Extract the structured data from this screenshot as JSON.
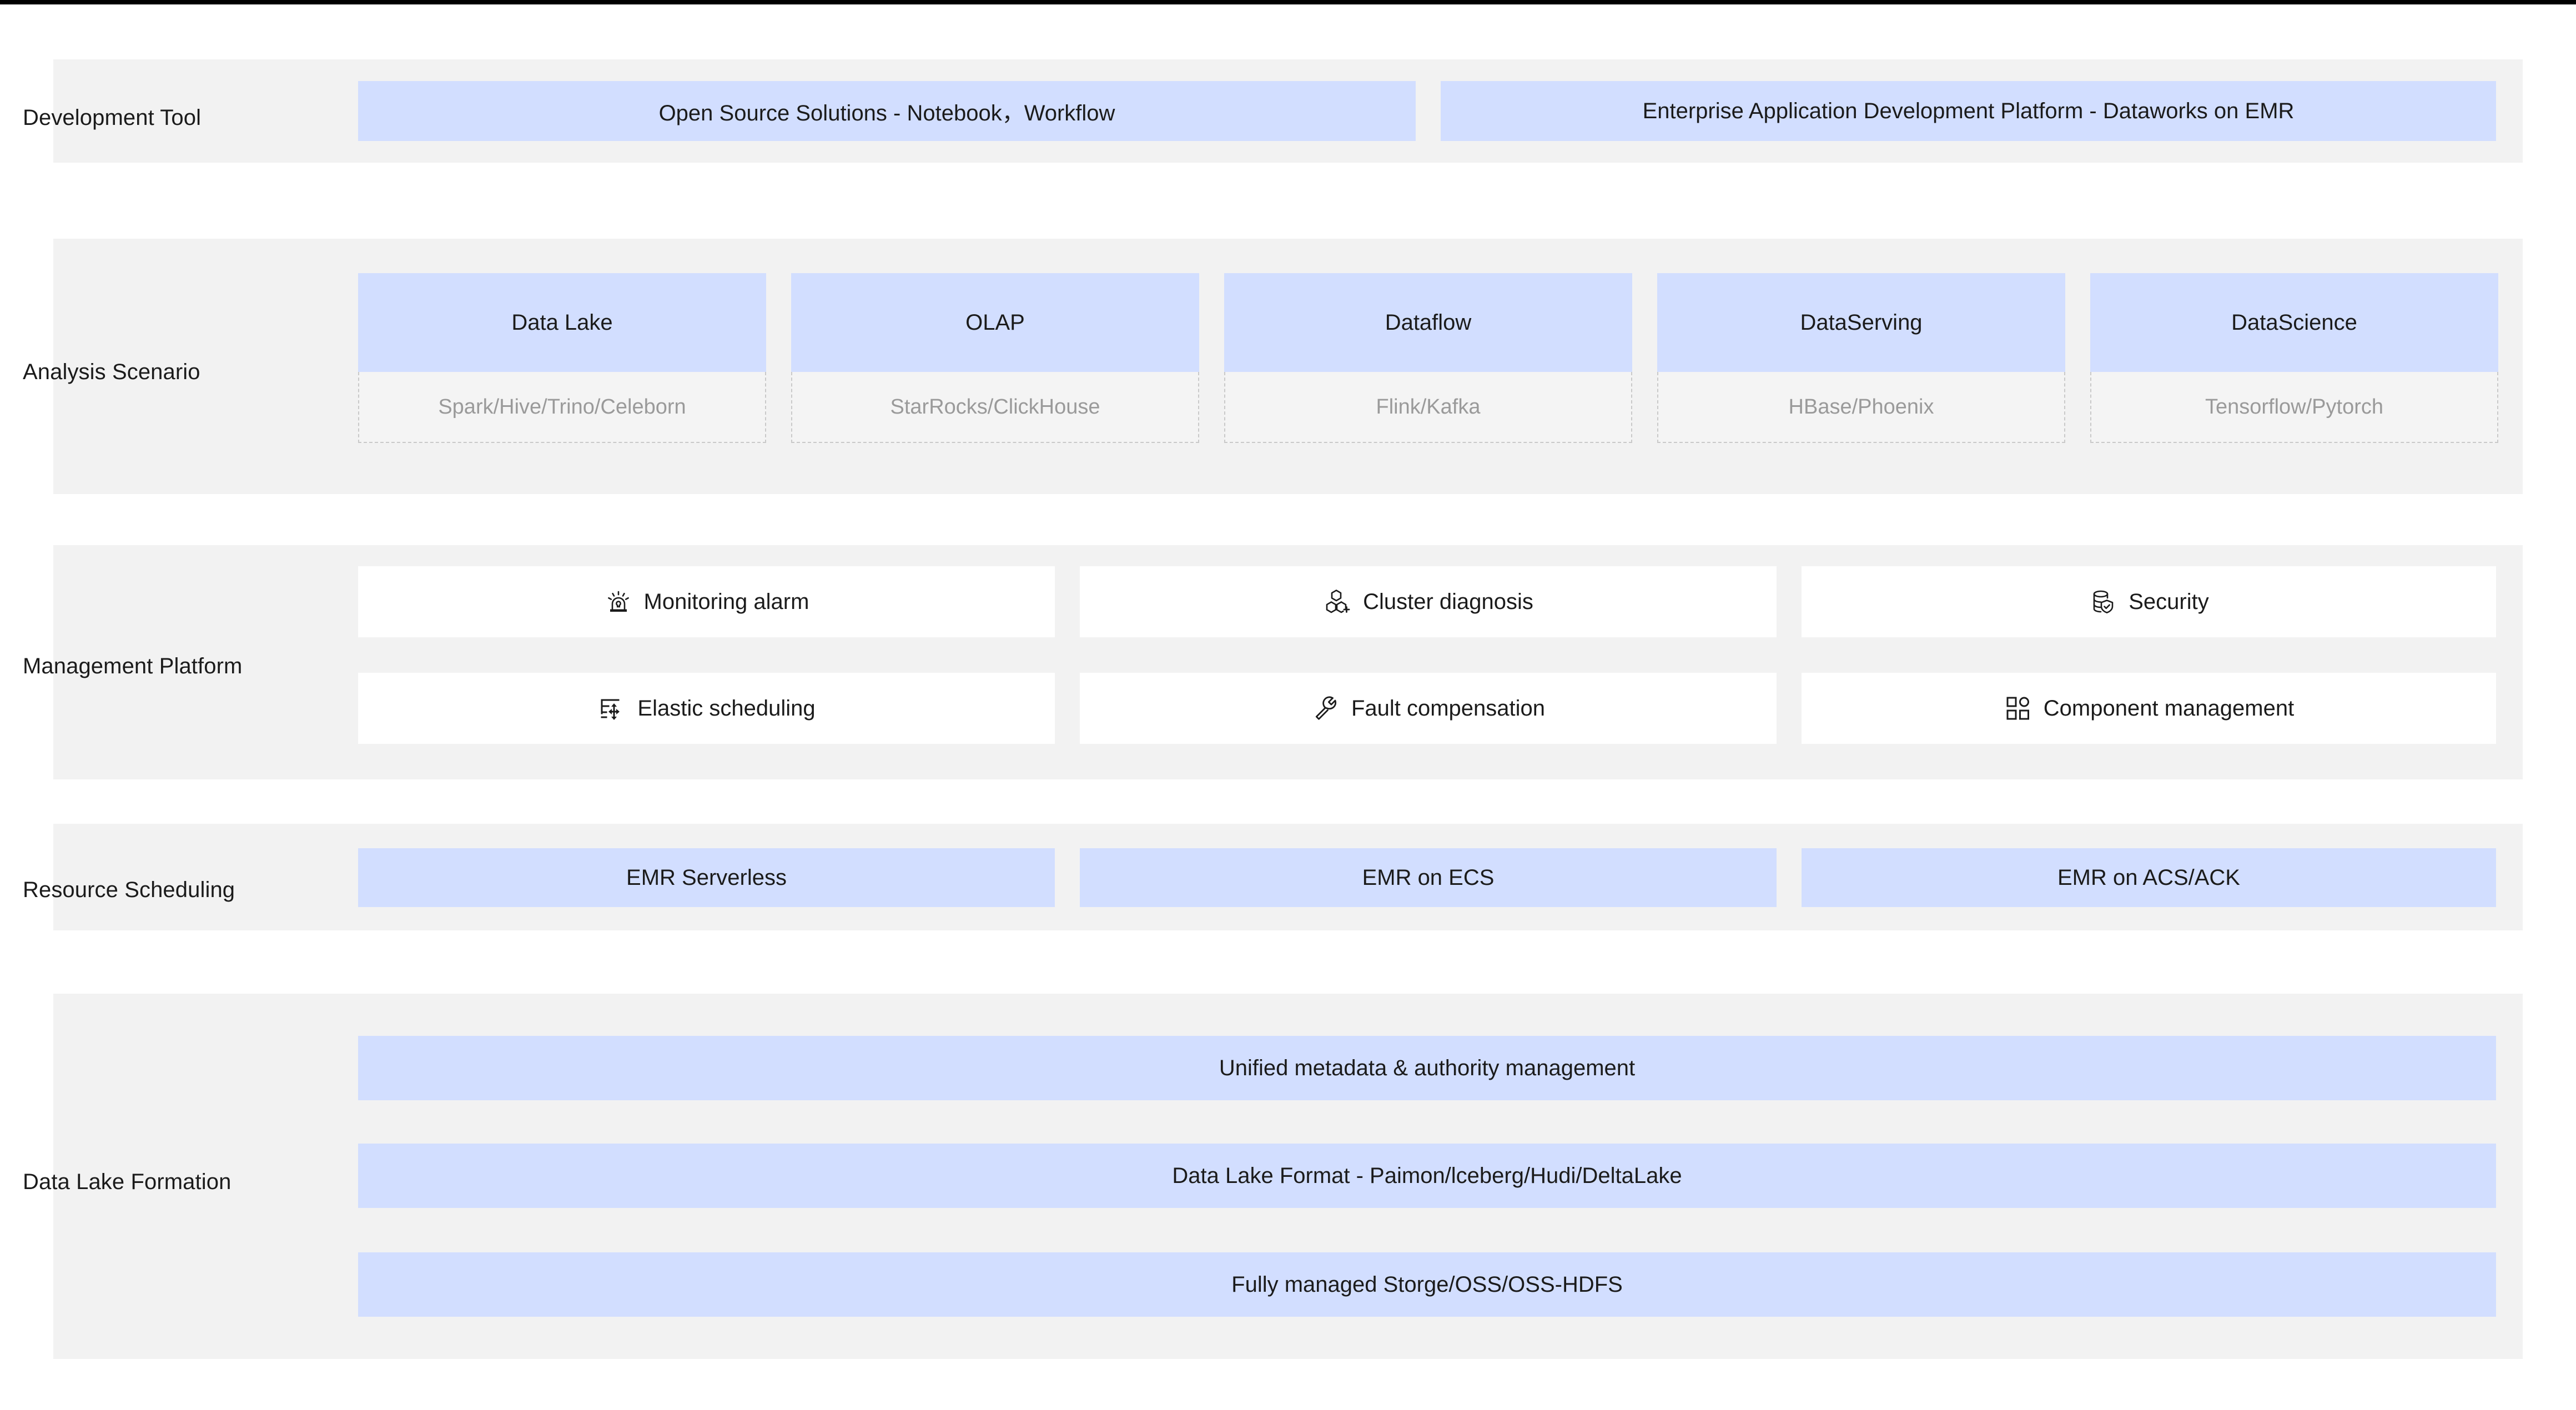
{
  "theme": {
    "band_bg": "#f2f2f2",
    "blue": "#d2deff",
    "card_white": "#ffffff",
    "text": "#1b1b1b",
    "muted_text": "#9a9a9a",
    "dashed_border": "#c9c9c9",
    "topbar": "#000000"
  },
  "rows": {
    "development_tool": {
      "label": "Development Tool",
      "cards": [
        {
          "label": "Open Source Solutions - Notebook，Workflow"
        },
        {
          "label": "Enterprise Application Development Platform - Dataworks on EMR"
        }
      ]
    },
    "analysis_scenario": {
      "label": "Analysis Scenario",
      "cards": [
        {
          "title": "Data Lake",
          "engines": "Spark/Hive/Trino/Celeborn"
        },
        {
          "title": "OLAP",
          "engines": "StarRocks/ClickHouse"
        },
        {
          "title": "Dataflow",
          "engines": "Flink/Kafka"
        },
        {
          "title": "DataServing",
          "engines": "HBase/Phoenix"
        },
        {
          "title": "DataScience",
          "engines": "Tensorflow/Pytorch"
        }
      ]
    },
    "management_platform": {
      "label": "Management Platform",
      "cards": [
        {
          "label": "Monitoring alarm",
          "icon": "alarm-beacon-icon"
        },
        {
          "label": "Cluster diagnosis",
          "icon": "hexagon-cluster-plus-icon"
        },
        {
          "label": "Security",
          "icon": "database-shield-check-icon"
        },
        {
          "label": "Elastic scheduling",
          "icon": "bars-resize-arrows-icon"
        },
        {
          "label": "Fault compensation",
          "icon": "wrench-icon"
        },
        {
          "label": "Component management",
          "icon": "grid-squares-circle-icon"
        }
      ]
    },
    "resource_scheduling": {
      "label": "Resource Scheduling",
      "cards": [
        {
          "label": "EMR Serverless"
        },
        {
          "label": "EMR on ECS"
        },
        {
          "label": "EMR on ACS/ACK"
        }
      ]
    },
    "data_lake_formation": {
      "label": "Data Lake Formation",
      "cards": [
        {
          "label": "Unified metadata & authority management"
        },
        {
          "label": "Data Lake Format - Paimon/lceberg/Hudi/DeltaLake"
        },
        {
          "label": "Fully managed Storge/OSS/OSS-HDFS"
        }
      ]
    }
  }
}
